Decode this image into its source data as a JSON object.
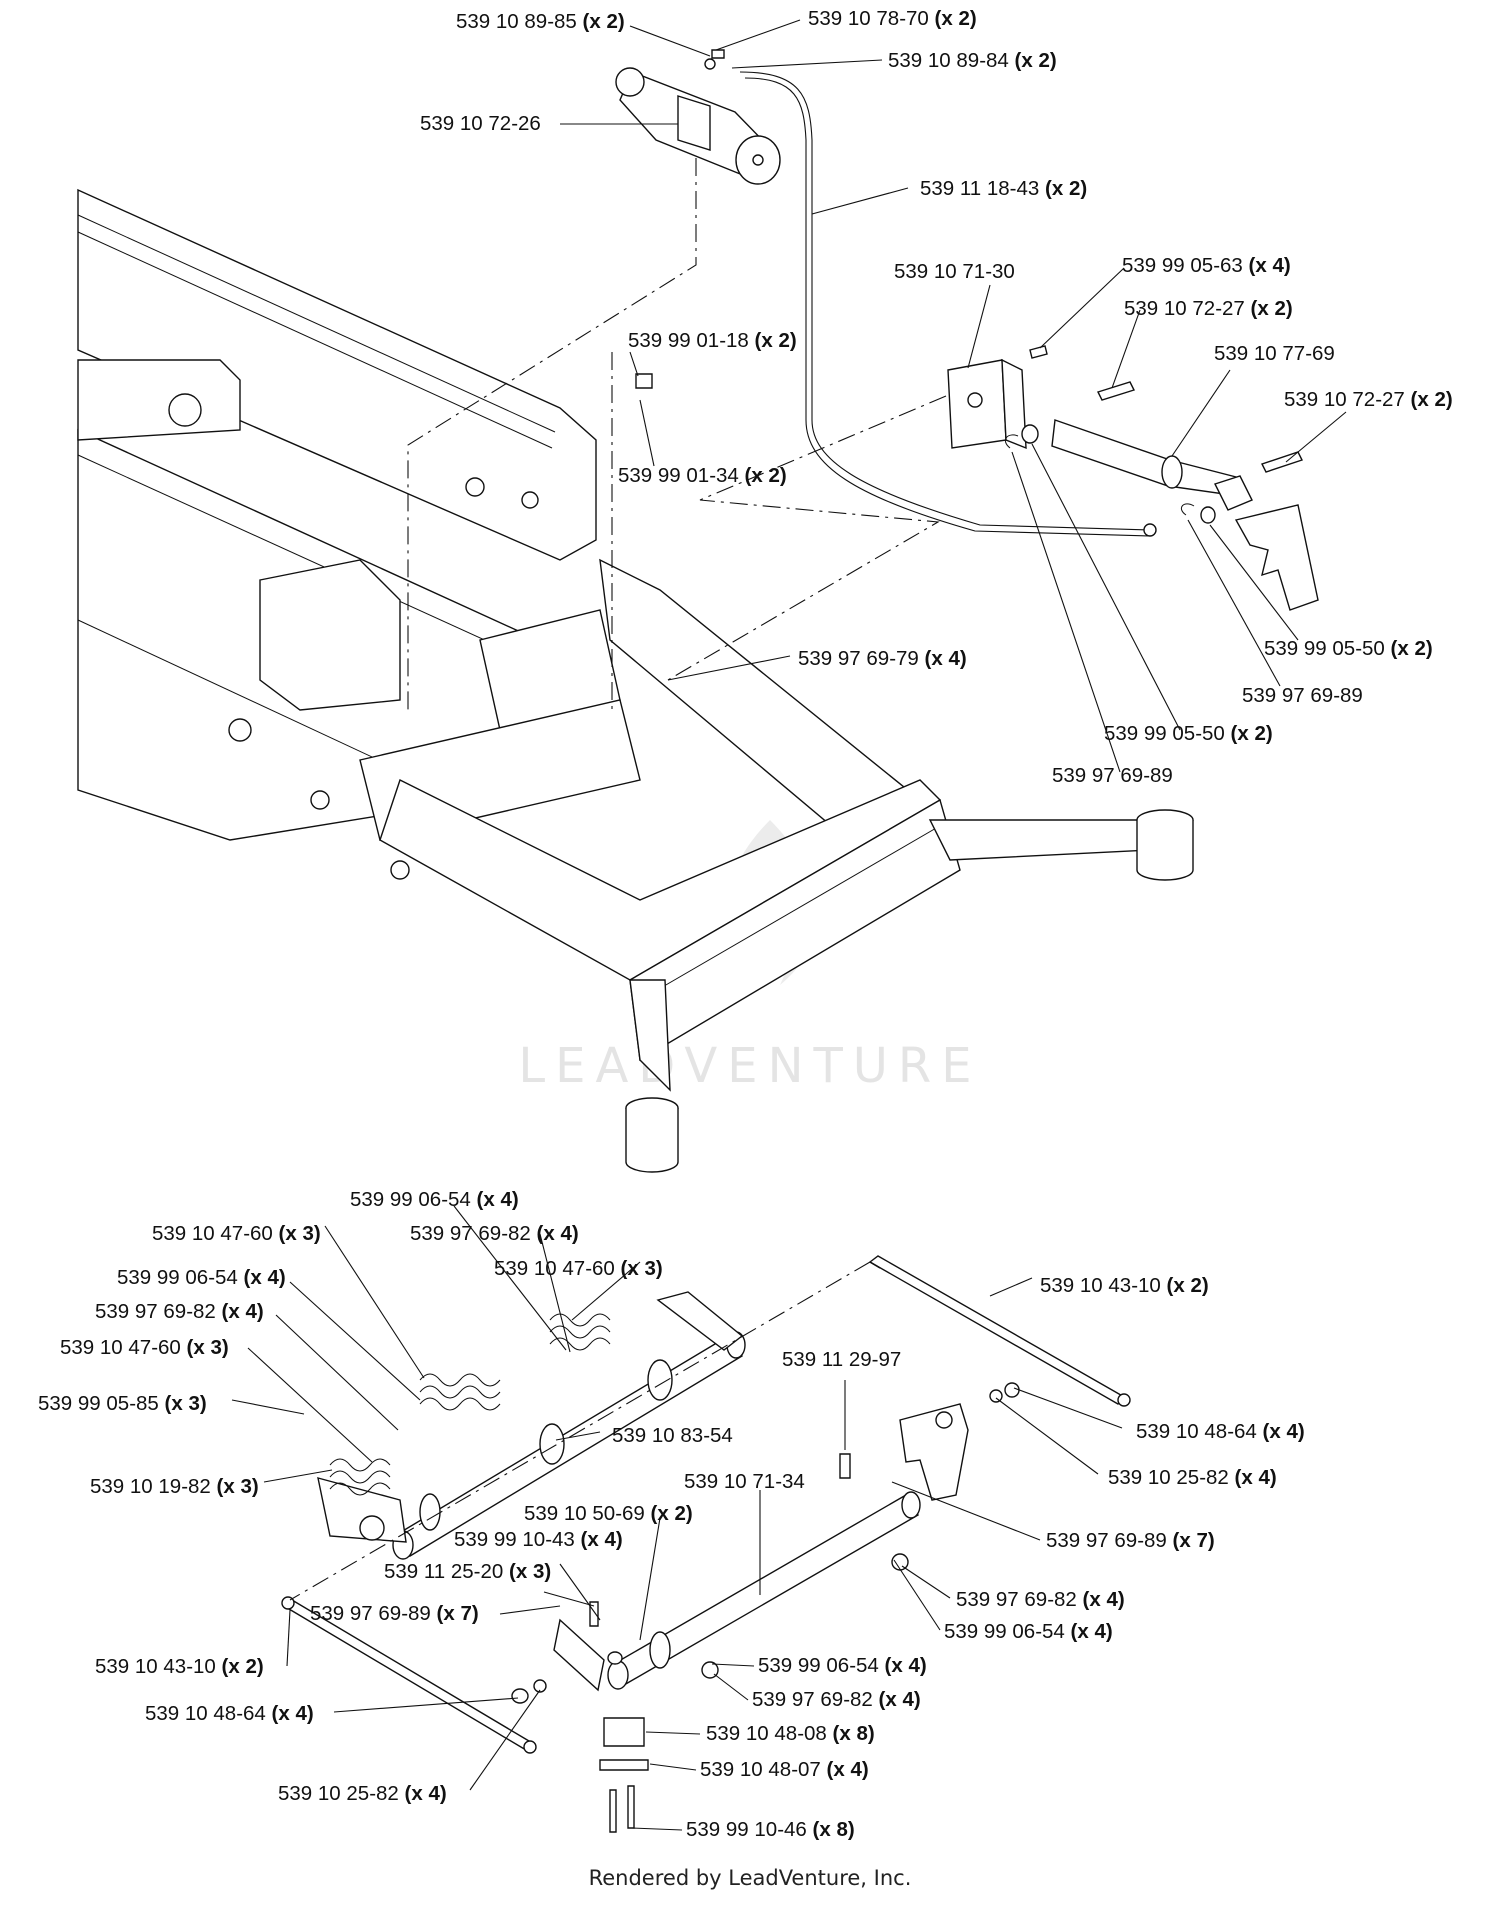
{
  "watermark": "LEADVENTURE",
  "footer": "Rendered by LeadVenture, Inc.",
  "callouts": [
    {
      "id": "c01",
      "part": "539 10 89-85",
      "qty": "(x 2)"
    },
    {
      "id": "c02",
      "part": "539 10 78-70",
      "qty": "(x 2)"
    },
    {
      "id": "c03",
      "part": "539 10 89-84",
      "qty": "(x 2)"
    },
    {
      "id": "c04",
      "part": "539 10 72-26",
      "qty": ""
    },
    {
      "id": "c05",
      "part": "539 11 18-43",
      "qty": "(x 2)"
    },
    {
      "id": "c06",
      "part": "539 10 71-30",
      "qty": ""
    },
    {
      "id": "c07",
      "part": "539 99 05-63",
      "qty": "(x 4)"
    },
    {
      "id": "c08",
      "part": "539 10 72-27",
      "qty": "(x 2)"
    },
    {
      "id": "c09",
      "part": "539 10 77-69",
      "qty": ""
    },
    {
      "id": "c10",
      "part": "539 10 72-27",
      "qty": "(x 2)"
    },
    {
      "id": "c11",
      "part": "539 99 01-18",
      "qty": "(x 2)"
    },
    {
      "id": "c12",
      "part": "539 99 01-34",
      "qty": "(x 2)"
    },
    {
      "id": "c13",
      "part": "539 99 05-50",
      "qty": "(x 2)"
    },
    {
      "id": "c14",
      "part": "539 97 69-89",
      "qty": ""
    },
    {
      "id": "c15",
      "part": "539 97 69-79",
      "qty": "(x 4)"
    },
    {
      "id": "c16",
      "part": "539 99 05-50",
      "qty": "(x 2)"
    },
    {
      "id": "c17",
      "part": "539 97 69-89",
      "qty": ""
    },
    {
      "id": "c18",
      "part": "539 99 06-54",
      "qty": "(x 4)"
    },
    {
      "id": "c19",
      "part": "539 10 47-60",
      "qty": "(x 3)"
    },
    {
      "id": "c20",
      "part": "539 97 69-82",
      "qty": "(x 4)"
    },
    {
      "id": "c21",
      "part": "539 10 47-60",
      "qty": "(x 3)"
    },
    {
      "id": "c22",
      "part": "539 99 06-54",
      "qty": "(x 4)"
    },
    {
      "id": "c23",
      "part": "539 10 43-10",
      "qty": "(x 2)"
    },
    {
      "id": "c24",
      "part": "539 97 69-82",
      "qty": "(x 4)"
    },
    {
      "id": "c25",
      "part": "539 10 47-60",
      "qty": "(x 3)"
    },
    {
      "id": "c26",
      "part": "539 11 29-97",
      "qty": ""
    },
    {
      "id": "c27",
      "part": "539 99 05-85",
      "qty": "(x 3)"
    },
    {
      "id": "c28",
      "part": "539 10 48-64",
      "qty": "(x 4)"
    },
    {
      "id": "c29",
      "part": "539 10 83-54",
      "qty": ""
    },
    {
      "id": "c30",
      "part": "539 10 25-82",
      "qty": "(x 4)"
    },
    {
      "id": "c31",
      "part": "539 10 19-82",
      "qty": "(x 3)"
    },
    {
      "id": "c32",
      "part": "539 10 71-34",
      "qty": ""
    },
    {
      "id": "c33",
      "part": "539 10 50-69",
      "qty": "(x 2)"
    },
    {
      "id": "c34",
      "part": "539 97 69-89",
      "qty": "(x 7)"
    },
    {
      "id": "c35",
      "part": "539 99 10-43",
      "qty": "(x 4)"
    },
    {
      "id": "c36",
      "part": "539 11 25-20",
      "qty": "(x 3)"
    },
    {
      "id": "c37",
      "part": "539 97 69-82",
      "qty": "(x 4)"
    },
    {
      "id": "c38",
      "part": "539 97 69-89",
      "qty": "(x 7)"
    },
    {
      "id": "c39",
      "part": "539 99 06-54",
      "qty": "(x 4)"
    },
    {
      "id": "c40",
      "part": "539 10 43-10",
      "qty": "(x 2)"
    },
    {
      "id": "c41",
      "part": "539 99 06-54",
      "qty": "(x 4)"
    },
    {
      "id": "c42",
      "part": "539 97 69-82",
      "qty": "(x 4)"
    },
    {
      "id": "c43",
      "part": "539 10 48-64",
      "qty": "(x 4)"
    },
    {
      "id": "c44",
      "part": "539 10 48-08",
      "qty": "(x 8)"
    },
    {
      "id": "c45",
      "part": "539 10 48-07",
      "qty": "(x 4)"
    },
    {
      "id": "c46",
      "part": "539 10 25-82",
      "qty": "(x 4)"
    },
    {
      "id": "c47",
      "part": "539 99 10-46",
      "qty": "(x 8)"
    }
  ]
}
